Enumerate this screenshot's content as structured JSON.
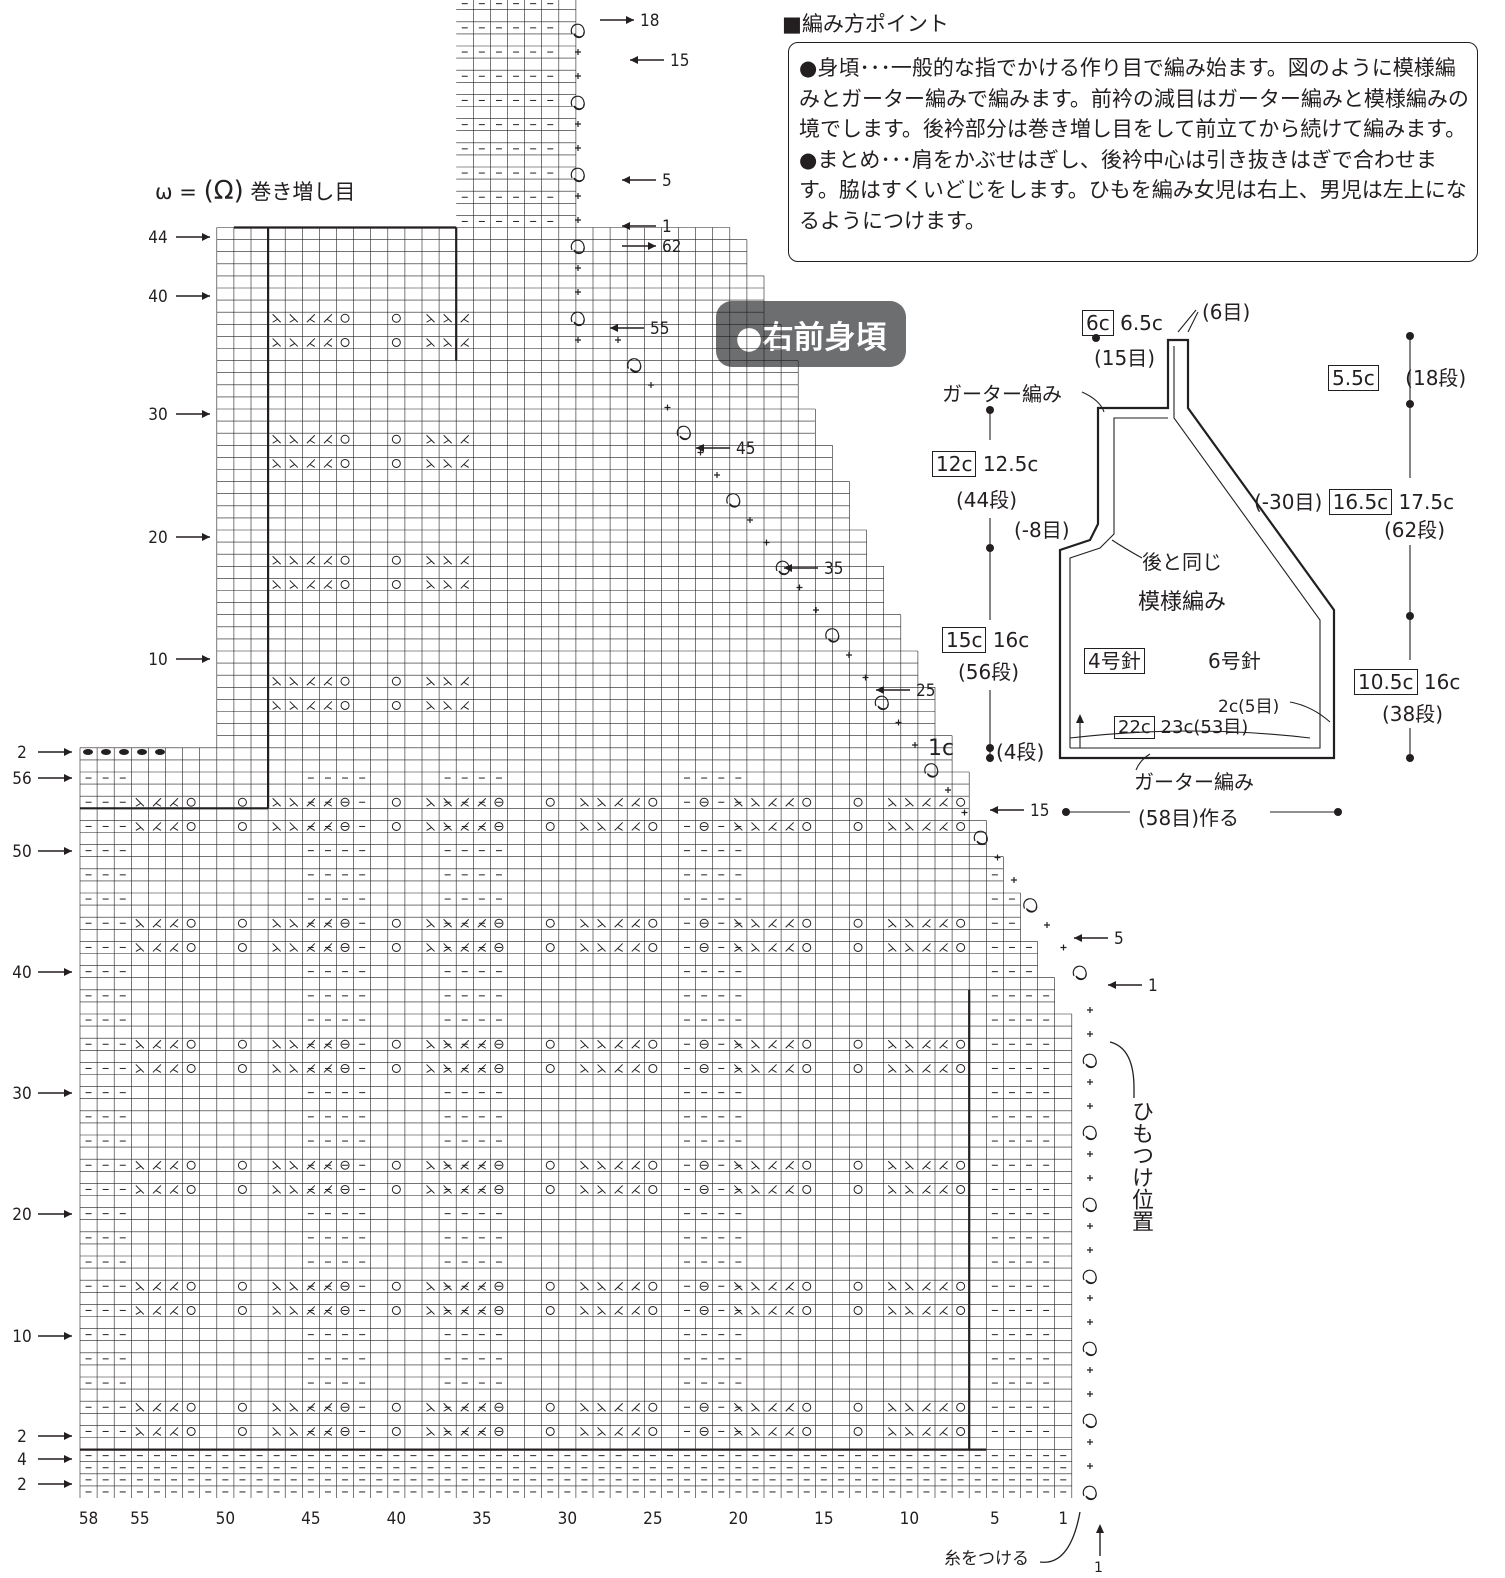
{
  "heading": "■編み方ポイント",
  "points": [
    "●身頃･･･一般的な指でかける作り目で編み始ます。図のように模様編みとガーター編みで編みます。前衿の減目はガーター編みと模様編みの境でします。後衿部分は巻き増し目をして前立てから続けて編みます。",
    "●まとめ･･･肩をかぶせはぎし、後衿中心は引き抜きはぎで合わせます。脇はすくいどじをします。ひもを編み女児は右上、男児は左上になるようにつけます。"
  ],
  "piece_title": "●右前身頃",
  "legend": {
    "symbol": "ѡ",
    "eq": "=",
    "text": "巻き増し目"
  },
  "chart": {
    "col_labels": [
      "58",
      "55",
      "50",
      "45",
      "40",
      "35",
      "30",
      "25",
      "20",
      "15",
      "10",
      "5",
      "1"
    ],
    "left_row_labels": [
      "44",
      "40",
      "30",
      "20",
      "10",
      "2",
      "56",
      "50",
      "40",
      "30",
      "20",
      "10",
      "2",
      "4",
      "2"
    ],
    "right_row_labels": [
      "18",
      "15",
      "5",
      "1",
      "62",
      "55",
      "45",
      "35",
      "25",
      "15",
      "5",
      "1"
    ],
    "edge_note": "1c",
    "attach_label": "糸をつける",
    "attach_row": "1",
    "tie_label": "ひもつけ位置"
  },
  "schematic": {
    "stitches_top": "(6目)",
    "neck_width_box": "6c",
    "neck_width": "6.5c",
    "neck_stitches": "(15目)",
    "garter_top": "ガーター編み",
    "band_height_box": "5.5c",
    "band_rows": "(18段)",
    "shoulder_height_box": "12c",
    "shoulder_height": "12.5c",
    "shoulder_rows": "(44段)",
    "armhole_dec": "(-8目)",
    "neck_dec": "(-30目)",
    "neck_height_box": "16.5c",
    "neck_height": "17.5c",
    "neck_rows": "(62段)",
    "same_as_back": "後と同じ",
    "pattern": "模様編み",
    "needle_small": "4号針",
    "needle_large": "6号針",
    "body_height_box": "15c",
    "body_height": "16c",
    "body_rows": "(56段)",
    "lower_height_box": "10.5c",
    "lower_height": "16c",
    "lower_rows": "(38段)",
    "hem_rows": "(4段)",
    "hem_width_right": "2c(5目)",
    "hem_width_box": "22c",
    "hem_width": "23c(53目)",
    "garter_bottom": "ガーター編み",
    "cast_on": "(58目)作る"
  }
}
